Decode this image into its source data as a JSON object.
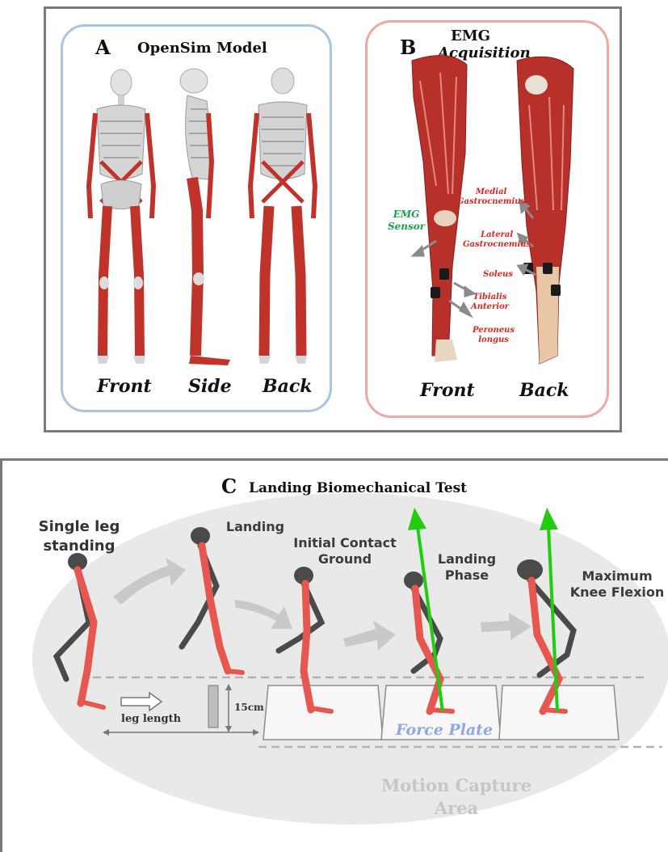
{
  "panel_a": {
    "letter": "A",
    "title": "OpenSim Model",
    "views": [
      "Front",
      "Side",
      "Back"
    ]
  },
  "panel_b": {
    "letter": "B",
    "title_line1": "EMG",
    "title_line2": "Acquisition",
    "sensor_label_1": "EMG",
    "sensor_label_2": "Sensor",
    "muscles": [
      {
        "line1": "Medial",
        "line2": "Gastrocnemius"
      },
      {
        "line1": "Lateral",
        "line2": "Gastrocnemius"
      },
      {
        "line1": "Soleus",
        "line2": ""
      },
      {
        "line1": "Tibialis",
        "line2": "Anterior"
      },
      {
        "line1": "Peroneus",
        "line2": "longus"
      }
    ],
    "views": [
      "Front",
      "Back"
    ]
  },
  "panel_c": {
    "letter": "C",
    "title": "Landing Biomechanical Test",
    "stages": [
      {
        "line1": "Single leg",
        "line2": "standing"
      },
      {
        "line1": "Landing",
        "line2": ""
      },
      {
        "line1": "Initial Contact",
        "line2": "Ground"
      },
      {
        "line1": "Landing",
        "line2": "Phase"
      },
      {
        "line1": "Maximum",
        "line2": "Knee Flexion"
      }
    ],
    "leg_length": "leg length",
    "height": "15cm",
    "force_plate": "Force Plate",
    "capture_area_1": "Motion Capture",
    "capture_area_2": "Area"
  },
  "colors": {
    "muscle_red": "#c0332b",
    "skeleton_grey": "#c9c9c9",
    "sensor_green": "#1aa24a",
    "force_arrow": "#22cc11",
    "force_plate_text": "#8fa8e0",
    "leg_red": "#e8574f",
    "leg_dark": "#4a4a4a"
  }
}
